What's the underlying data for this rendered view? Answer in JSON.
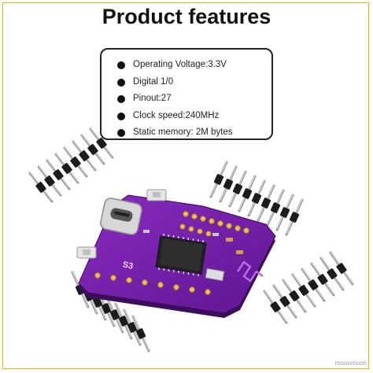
{
  "title": "Product features",
  "features": [
    "Operating Voltage:3.3V",
    "Digital 1/0",
    "Pinout:27",
    "Clock speed:240MHz",
    "Static memory: 2M bytes"
  ],
  "board": {
    "silkscreen": "S3",
    "color": "#6b1e9e"
  },
  "watermark": "moonmoon"
}
